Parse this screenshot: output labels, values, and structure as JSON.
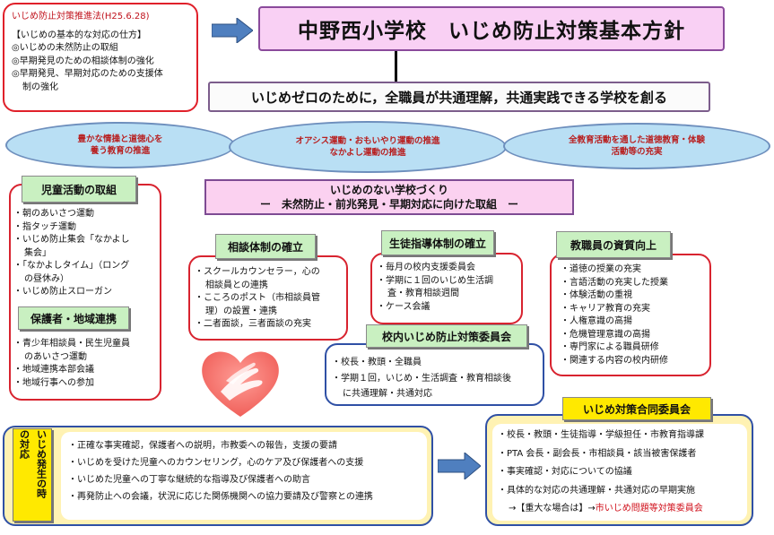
{
  "law": {
    "title": "いじめ防止対策推進法(H25.6.28)",
    "lines": [
      "【いじめの基本的な対応の仕方】",
      "◎いじめの未然防止の取組",
      "◎早期発見のための相談体制の強化",
      "◎早期発見、早期対応のための支援体",
      "制の強化"
    ]
  },
  "title": "中野西小学校　いじめ防止対策基本方針",
  "slogan": "いじめゼロのために，全職員が共通理解，共通実践できる学校を創る",
  "ellipses": [
    {
      "l1": "豊かな情操と道徳心を",
      "l2": "養う教育の推進"
    },
    {
      "l1": "オアシス運動・おもいやり運動の推進",
      "l2": "なかよし運動の推進"
    },
    {
      "l1": "全教育活動を通した道徳教育・体験",
      "l2": "活動等の充実"
    }
  ],
  "center_title": {
    "l1": "いじめのない学校づくり",
    "l2": "ー　未然防止・前兆発見・早期対応に向けた取組　ー"
  },
  "jido": {
    "label": "児童活動の取組",
    "items": [
      "・朝のあいさつ運動",
      "・指タッチ運動",
      "・いじめ防止集会「なかよし",
      "集会」",
      "・「なかよしタイム」（ロング",
      "の昼休み）",
      "・いじめ防止スローガン"
    ]
  },
  "hogosha": {
    "label": "保護者・地域連携",
    "items": [
      "・青少年相談員・民生児童員",
      "のあいさつ運動",
      "・地域連携本部会議",
      "・地域行事への参加"
    ]
  },
  "sodan": {
    "label": "相談体制の確立",
    "items": [
      "・スクールカウンセラー，心の",
      "相談員との連携",
      "・こころのポスト（市相談員管",
      "理）の設置・連携",
      "・二者面談，三者面談の充実"
    ]
  },
  "seito": {
    "label": "生徒指導体制の確立",
    "items": [
      "・毎月の校内支援委員会",
      "・学期に１回のいじめ生活調",
      "査・教育相談週間",
      "・ケース会議"
    ]
  },
  "kyoshokuin": {
    "label": "教職員の資質向上",
    "items": [
      "・道徳の授業の充実",
      "・言語活動の充実した授業",
      "・体験活動の重視",
      "・キャリア教育の充実",
      "・人権意識の高揚",
      "・危機管理意識の高揚",
      "・専門家による職員研修",
      "・関連する内容の校内研修"
    ]
  },
  "konai": {
    "label": "校内いじめ防止対策委員会",
    "items": [
      "・校長・教頭・全職員",
      "・学期１回，いじめ・生活調査・教育相談後",
      "に共通理解・共通対応"
    ]
  },
  "hassei": {
    "label_l1": "いじめ発生の時",
    "label_l2": "の対応",
    "items": [
      "・正確な事実確認，保護者への説明，市教委への報告，支援の要請",
      "・いじめを受けた児童へのカウンセリング，心のケア及び保護者への支援",
      "・いじめた児童への丁寧な継続的な指導及び保護者への助言",
      "・再発防止への会議，状況に応じた関係機関への協力要請及び警察との連携"
    ]
  },
  "godo": {
    "label": "いじめ対策合同委員会",
    "items": [
      "・校長・教頭・生徒指導・学級担任・市教育指導課",
      "・PTA 会長・副会長・市相談員・該当被害保護者",
      "・事実確認・対応についての協議",
      "・具体的な対応の共通理解・共通対応の早期実施"
    ],
    "last_prefix": "→【重大な場合は】→",
    "last_red": "市いじめ問題等対策委員会"
  },
  "colors": {
    "accent_red": "#d8232f",
    "blue_border": "#2f50a5",
    "arrow": "#4f7fbf"
  },
  "icons": {
    "arrow_right": "arrow-right-icon",
    "heart": "heart-hands-icon"
  }
}
